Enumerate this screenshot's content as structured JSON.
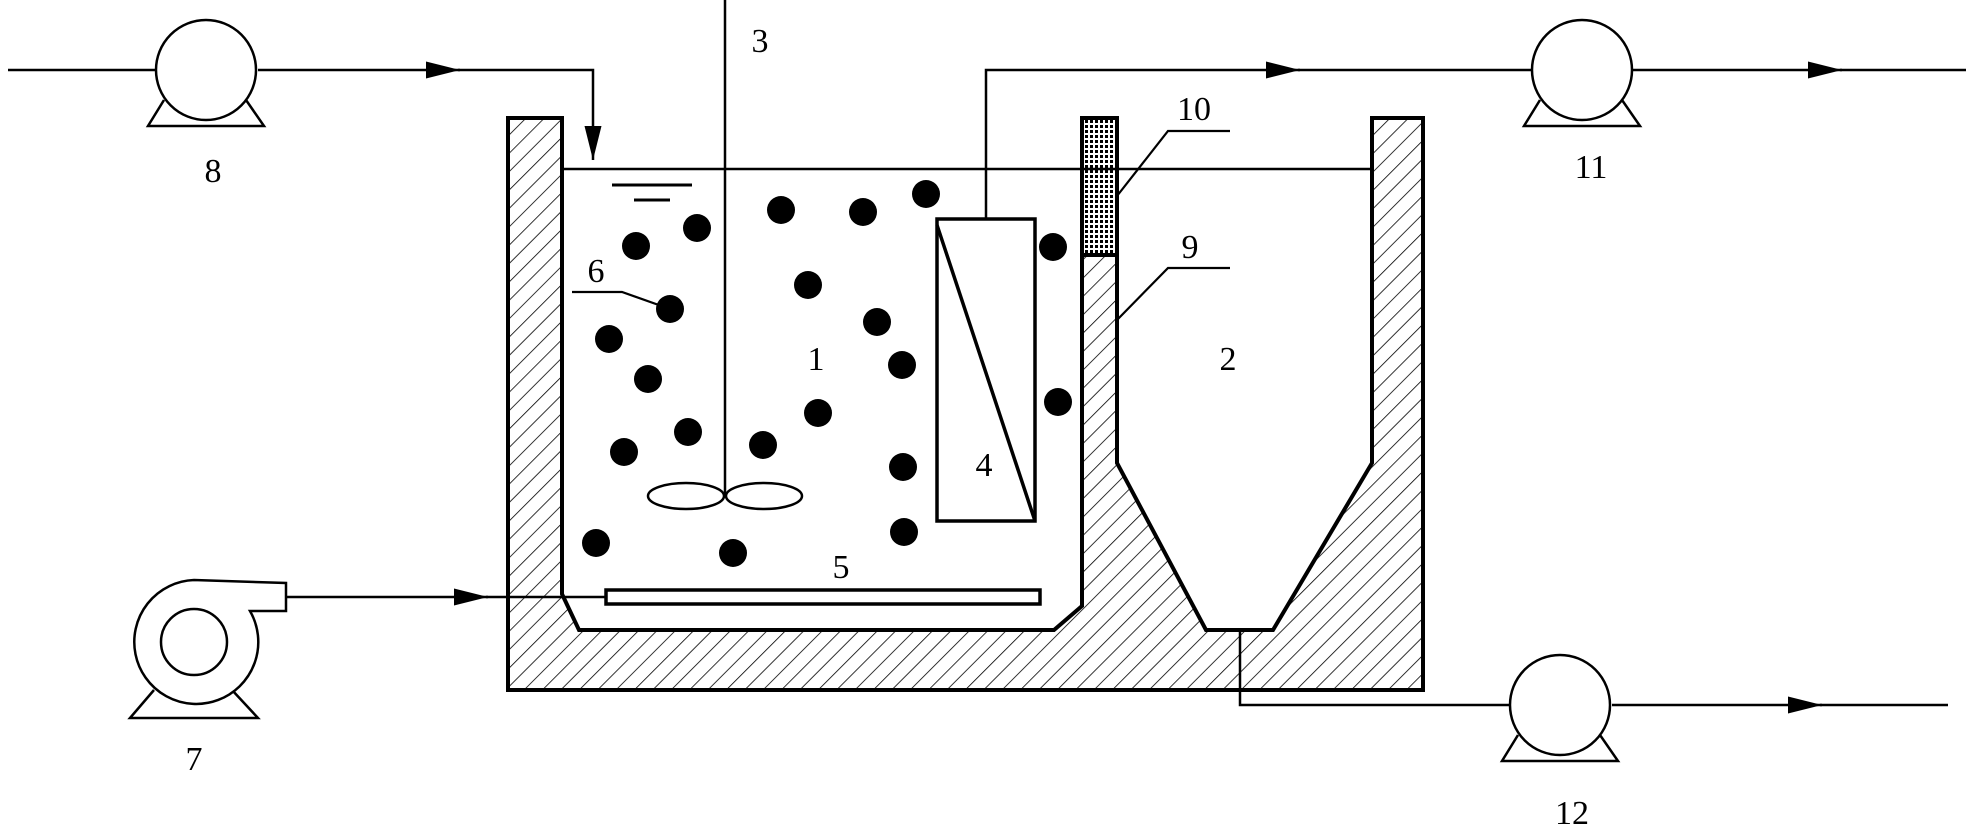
{
  "labels": {
    "reactor_zone": "1",
    "settling_zone": "2",
    "stirrer": "3",
    "membrane_module": "4",
    "aerator": "5",
    "carrier_particle": "6",
    "blower": "7",
    "feed_pump": "8",
    "baffle_wall": "9",
    "screen": "10",
    "effluent_pump": "11",
    "sludge_pump": "12"
  },
  "colors": {
    "line": "#000000",
    "background": "#ffffff"
  }
}
